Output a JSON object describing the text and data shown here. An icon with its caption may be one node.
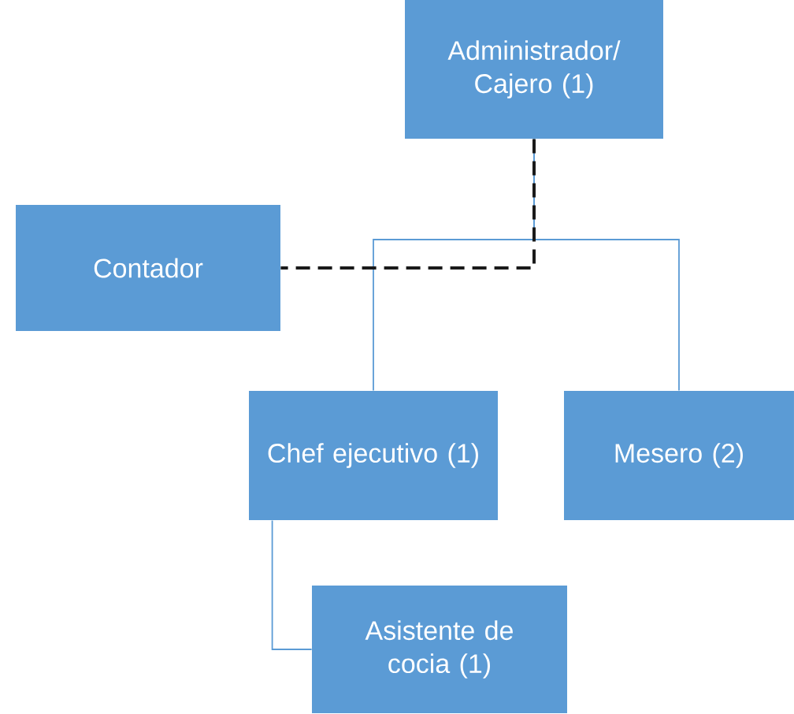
{
  "diagram": {
    "nodes": [
      {
        "text": [
          "Administrador/ Cajero (1)"
        ]
      },
      {
        "text": [
          "Contador"
        ]
      },
      {
        "text": [
          "Chef ejecutivo (1)"
        ]
      },
      {
        "text": [
          "Mesero (2)"
        ]
      },
      {
        "text": [
          "Asistente de cocia (1)"
        ]
      }
    ],
    "edges": [
      {
        "from": 0,
        "to": 1,
        "arrow": "none",
        "style": "dashed",
        "color": "#1a1a1a"
      },
      {
        "from": 0,
        "to": 2,
        "arrow": "none"
      },
      {
        "from": 0,
        "to": 3,
        "arrow": "none"
      },
      {
        "from": 2,
        "to": 4,
        "arrow": "none"
      }
    ]
  }
}
